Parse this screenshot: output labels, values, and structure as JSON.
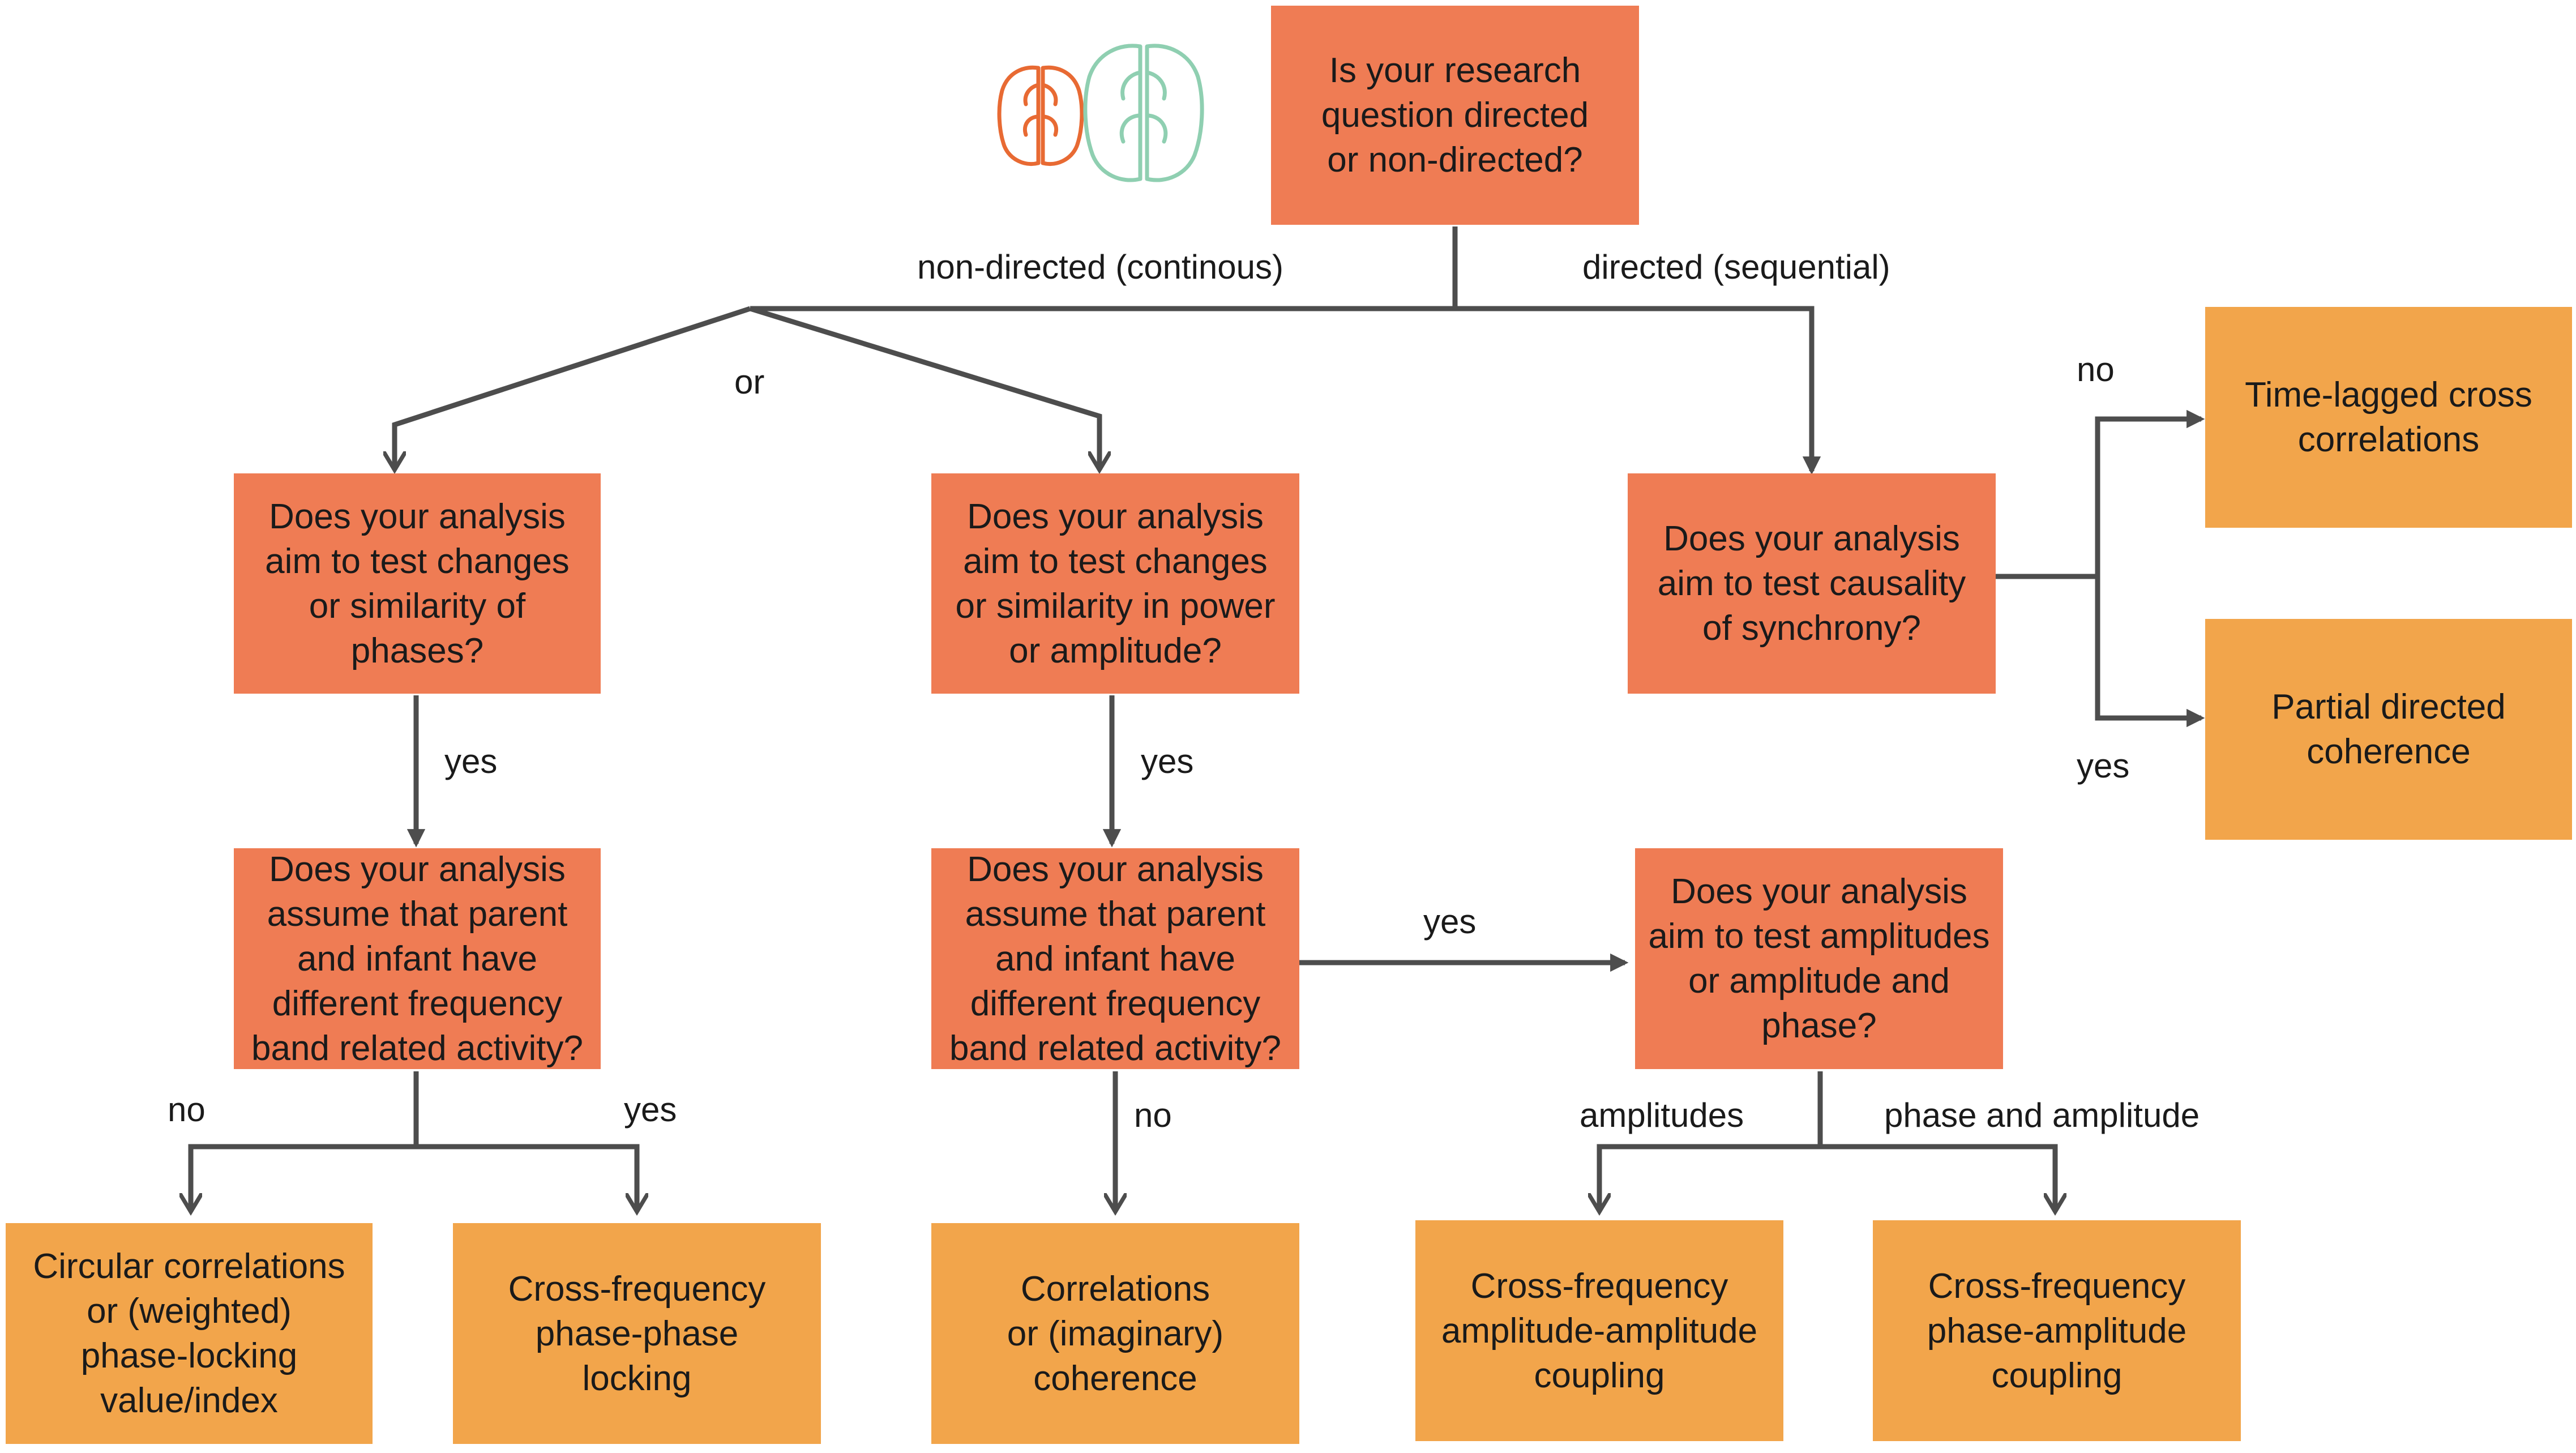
{
  "colors": {
    "question_box": "#ef7c54",
    "result_box": "#f2a54b",
    "line": "#4d4d4d",
    "brain_parent": "#e86a33",
    "brain_infant": "#8fcfb1"
  },
  "icons": {
    "parent_brain": "brain-icon",
    "infant_brain": "brain-icon"
  },
  "nodes": {
    "root": "Is your research\nquestion directed\nor non-directed?",
    "phases_q": "Does your analysis\naim to test changes\nor similarity of\nphases?",
    "power_q": "Does your analysis\naim to test changes\nor similarity in power\nor amplitude?",
    "causality_q": "Does your analysis\naim to test causality\nof synchrony?",
    "freq_q_left": "Does your analysis\nassume that parent\nand infant have\ndifferent frequency\nband related activity?",
    "freq_q_mid": "Does your analysis\nassume that parent\nand infant have\ndifferent frequency\nband related activity?",
    "amp_q": "Does your analysis\naim to test amplitudes\nor amplitude and\nphase?",
    "res_circular": "Circular correlations\nor (weighted)\nphase-locking\nvalue/index",
    "res_cf_pp": "Cross-frequency\nphase-phase\nlocking",
    "res_corr": "Correlations\nor (imaginary)\ncoherence",
    "res_cf_aa": "Cross-frequency\namplitude-amplitude\ncoupling",
    "res_cf_pa": "Cross-frequency\nphase-amplitude\ncoupling",
    "res_tlcc": "Time-lagged cross\ncorrelations",
    "res_pdc": "Partial directed\ncoherence"
  },
  "edge_labels": {
    "non_directed": "non-directed (continous)",
    "directed": "directed (sequential)",
    "or": "or",
    "yes_phases": "yes",
    "yes_power": "yes",
    "no_left": "no",
    "yes_left": "yes",
    "no_mid": "no",
    "yes_mid": "yes",
    "amplitudes": "amplitudes",
    "phase_and_amplitude": "phase and amplitude",
    "no_causality": "no",
    "yes_causality": "yes"
  }
}
